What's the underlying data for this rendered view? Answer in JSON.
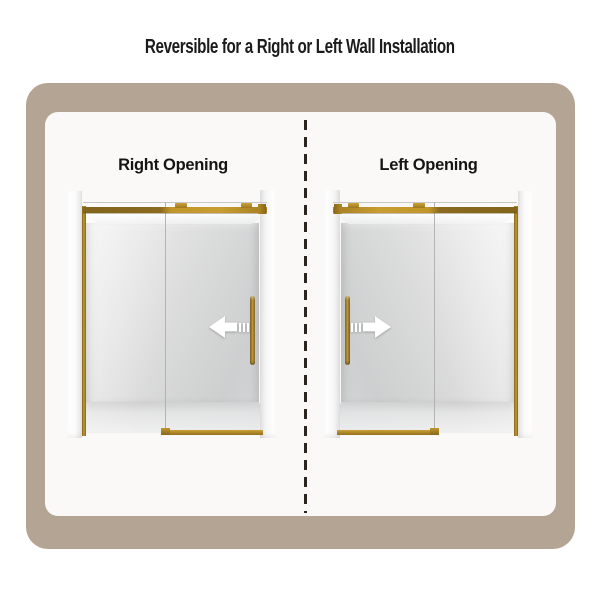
{
  "title": "Reversible for a Right or Left Wall Installation",
  "panels": [
    {
      "label": "Right Opening",
      "arrow_direction": "left",
      "handle_side": "right"
    },
    {
      "label": "Left Opening",
      "arrow_direction": "right",
      "handle_side": "left"
    }
  ],
  "colors": {
    "frame_taupe": "#b4a493",
    "panel_white": "#fbf9f7",
    "title_text": "#1b1b1b",
    "label_text": "#151515",
    "divider": "#2b2520",
    "gold_bright": "#c49a2e",
    "gold_dark": "#86671c",
    "arrow_white": "#ffffff"
  }
}
